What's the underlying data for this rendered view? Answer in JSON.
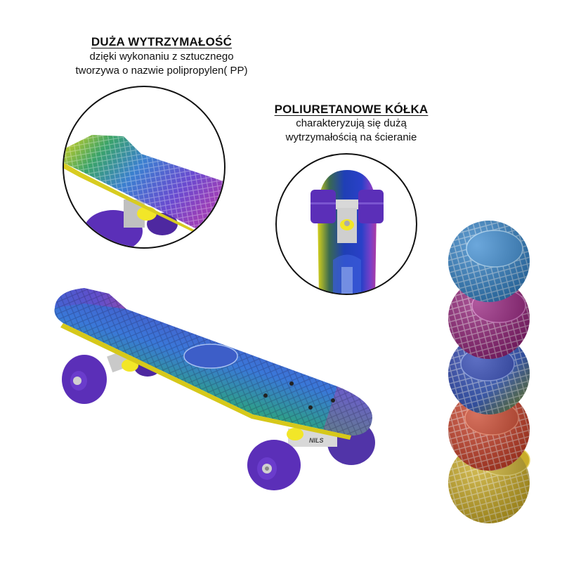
{
  "callouts": [
    {
      "title": "DUŻA WYTRZYMAŁOŚĆ",
      "lines": [
        "dzięki wykonaniu z sztucznego",
        "tworzywa o nazwie polipropylen( PP)"
      ]
    },
    {
      "title": "POLIURETANOWE KÓŁKA",
      "lines": [
        "charakteryzują się dużą",
        "wytrzymałością na ścieranie"
      ]
    }
  ],
  "product": {
    "brand_mark": "NILS",
    "deck_finish": "holographic-chrome",
    "wheel_color": "#5b2fb8",
    "bushing_color": "#f2e628",
    "truck_color": "#c8c8c8"
  },
  "color_variants": [
    {
      "name": "blue",
      "color": "#2f7fc4"
    },
    {
      "name": "magenta",
      "color": "#8e1d74"
    },
    {
      "name": "blue-green",
      "color": "#2a3fa8"
    },
    {
      "name": "red",
      "color": "#c43a22"
    },
    {
      "name": "gold",
      "color": "#c5a51c"
    }
  ]
}
